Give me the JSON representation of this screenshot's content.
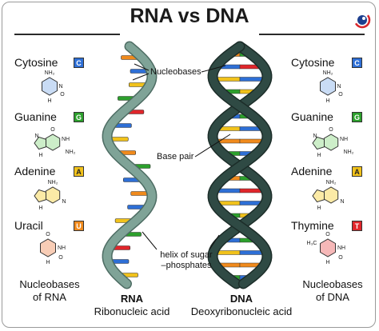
{
  "title": "RNA vs DNA",
  "logo_icon": "brand-logo-icon",
  "colors": {
    "cytosine": "#2e6fd6",
    "guanine": "#2ca02c",
    "adenine": "#f1c21b",
    "uracil": "#f08a1c",
    "thymine": "#e0262b",
    "rna_backbone": "#7fa397",
    "dna_backbone": "#2f4a44"
  },
  "left_bases": [
    {
      "name": "Cytosine",
      "letter": "C",
      "key": "cytosine"
    },
    {
      "name": "Guanine",
      "letter": "G",
      "key": "guanine"
    },
    {
      "name": "Adenine",
      "letter": "A",
      "key": "adenine"
    },
    {
      "name": "Uracil",
      "letter": "U",
      "key": "uracil"
    }
  ],
  "right_bases": [
    {
      "name": "Cytosine",
      "letter": "C",
      "key": "cytosine"
    },
    {
      "name": "Guanine",
      "letter": "G",
      "key": "guanine"
    },
    {
      "name": "Adenine",
      "letter": "A",
      "key": "adenine"
    },
    {
      "name": "Thymine",
      "letter": "T",
      "key": "thymine"
    }
  ],
  "molecule_labels": {
    "cytosine": [
      "NH₂",
      "N",
      "O",
      "H"
    ],
    "guanine": [
      "O",
      "NH",
      "N",
      "NH₂",
      "H"
    ],
    "adenine": [
      "NH₂",
      "N",
      "H"
    ],
    "uracil": [
      "O",
      "NH",
      "O",
      "H"
    ],
    "thymine": [
      "O",
      "H₃C",
      "NH",
      "O",
      "H"
    ]
  },
  "left_caption": [
    "Nucleobases",
    "of RNA"
  ],
  "right_caption": [
    "Nucleobases",
    "of DNA"
  ],
  "annotations": {
    "nucleobases": "Nucleobases",
    "base_pair": "Base pair",
    "helix": [
      "helix of sugar",
      "–phosphates"
    ]
  },
  "rna": {
    "title": "RNA",
    "subtitle": "Ribonucleic acid"
  },
  "dna": {
    "title": "DNA",
    "subtitle": "Deoxyribonucleic acid"
  }
}
